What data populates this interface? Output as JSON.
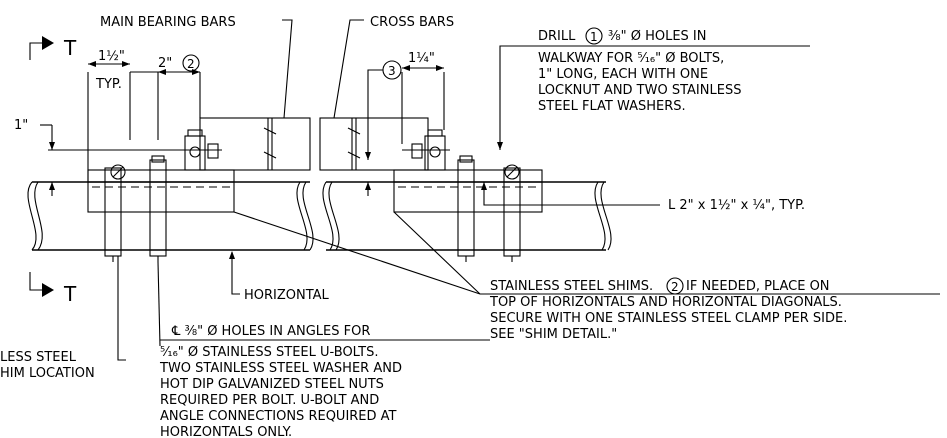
{
  "labels": {
    "main_bearing_bars": "MAIN BEARING BARS",
    "cross_bars": "CROSS BARS",
    "section_mark": "T",
    "dim_1_half": "1½\"",
    "dim_typ": "TYP.",
    "dim_2": "2\"",
    "dim_1_quarter": "1¼\"",
    "dim_1_inch": "1\"",
    "callout_1": "1",
    "callout_2": "2",
    "callout_3": "3",
    "drill_note": [
      "DRILL",
      "⅜\" Ø HOLES IN",
      "WALKWAY FOR ⁵⁄₁₆\" Ø BOLTS,",
      "1\" LONG, EACH WITH ONE",
      "LOCKNUT AND TWO STAINLESS",
      "STEEL FLAT WASHERS."
    ],
    "angle_note": "L 2\" x 1½\" x ¼\", TYP.",
    "horizontal": "HORIZONTAL",
    "shims_note": [
      "STAINLESS STEEL SHIMS.",
      "IF NEEDED, PLACE ON",
      "TOP OF HORIZONTALS AND HORIZONTAL DIAGONALS.",
      "SECURE WITH ONE STAINLESS STEEL CLAMP PER SIDE.",
      "SEE \"SHIM DETAIL.\""
    ],
    "holes_note": [
      "℄ ⅜\" Ø HOLES IN ANGLES FOR",
      "⁵⁄₁₆\" Ø STAINLESS STEEL U-BOLTS.",
      "TWO STAINLESS STEEL WASHER AND",
      "HOT DIP GALVANIZED STEEL NUTS",
      "REQUIRED PER BOLT. U-BOLT AND",
      "ANGLE CONNECTIONS REQUIRED AT",
      "HORIZONTALS ONLY."
    ],
    "clamp_note": [
      "LESS STEEL",
      "HIM LOCATION"
    ]
  }
}
